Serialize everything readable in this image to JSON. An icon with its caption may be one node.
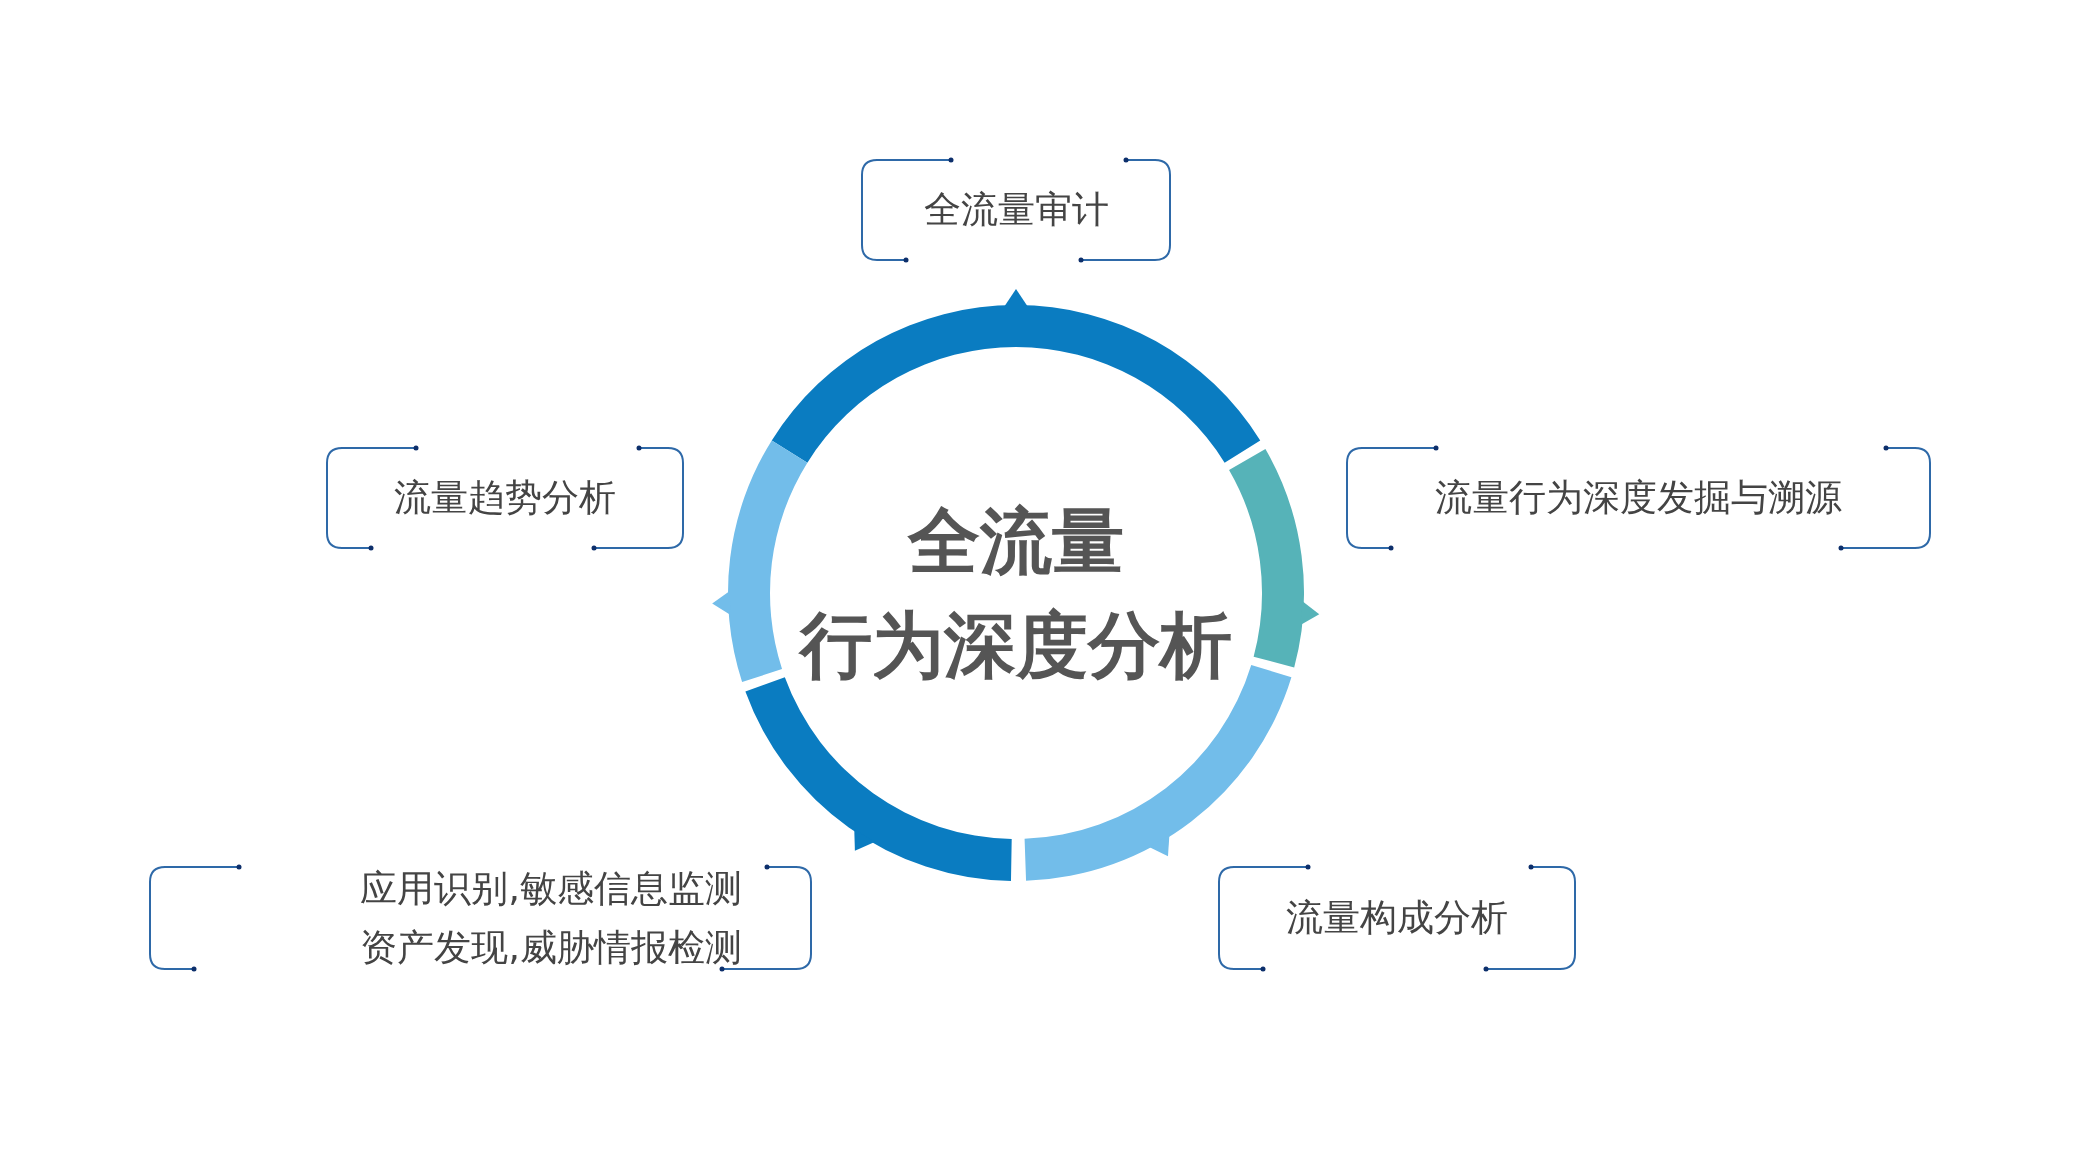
{
  "diagram": {
    "nodes": [
      {
        "text": [
          "全流量审计"
        ]
      },
      {
        "text": [
          "流量趋势分析"
        ]
      },
      {
        "text": [
          "全流量",
          "行为深度分析"
        ]
      },
      {
        "text": [
          "流量行为深度发掘与溯源"
        ]
      },
      {
        "text": [
          "应用识别,敏感信息监测",
          "资产发现,威胁情报检测"
        ]
      },
      {
        "text": [
          "流量构成分析"
        ]
      }
    ]
  }
}
